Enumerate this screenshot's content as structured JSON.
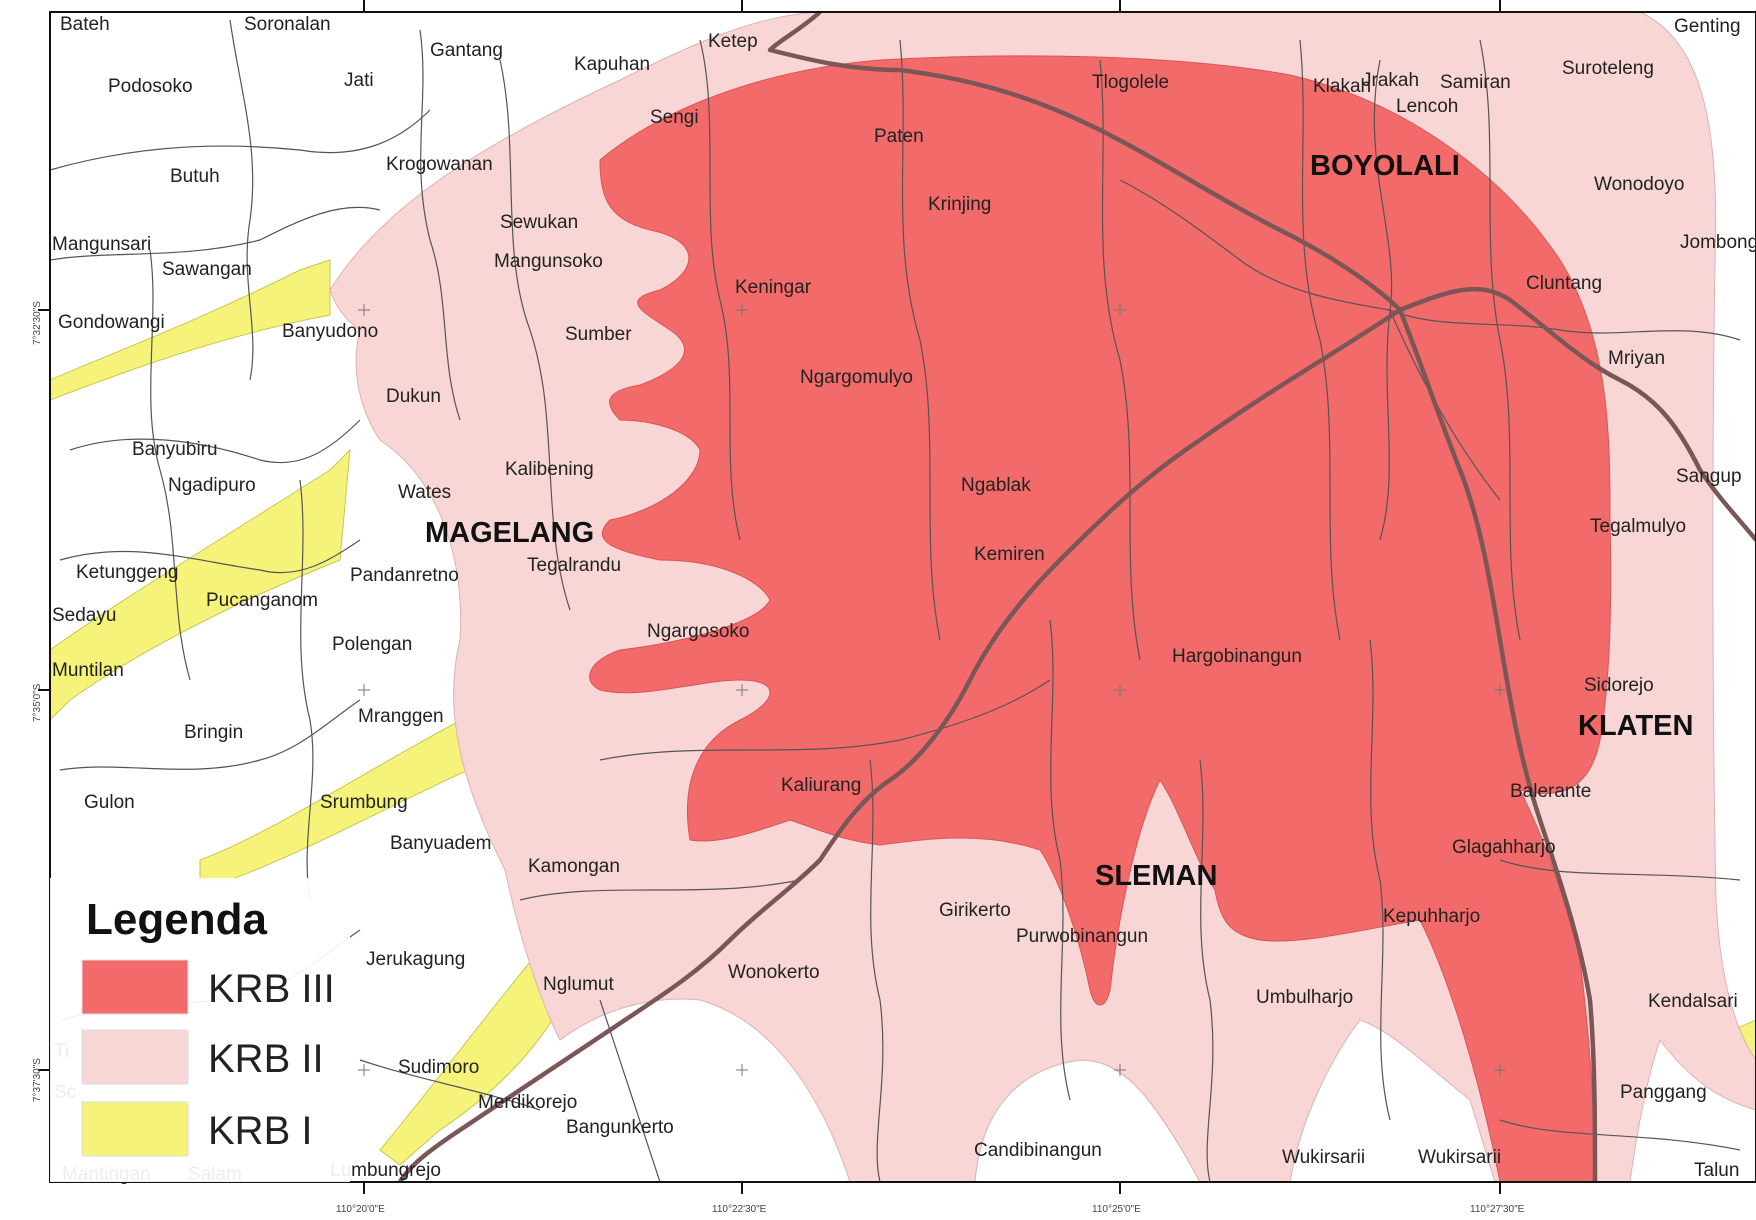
{
  "colors": {
    "krb3": "#f26a6a",
    "krb2": "#f9d6d6",
    "krb1": "#f5f37a",
    "road": "#7a5656",
    "boundary": "#555555"
  },
  "legend": {
    "title": "Legenda",
    "items": [
      {
        "label": "KRB III",
        "color": "#f26a6a"
      },
      {
        "label": "KRB II",
        "color": "#f9d6d6"
      },
      {
        "label": "KRB I",
        "color": "#f5f37a"
      }
    ]
  },
  "regions": [
    "BOYOLALI",
    "MAGELANG",
    "KLATEN",
    "SLEMAN"
  ],
  "places": [
    "Bateh",
    "Soronalan",
    "Gantang",
    "Kapuhan",
    "Ketep",
    "Tlogolele",
    "Klakah",
    "Jrakah",
    "Samiran",
    "Lencoh",
    "Suroteleng",
    "Genting",
    "Podosoko",
    "Jati",
    "Sengi",
    "Paten",
    "Butuh",
    "Krogowanan",
    "Krinjing",
    "Wonodoyo",
    "Mangunsari",
    "Sewukan",
    "Jombong",
    "Sawangan",
    "Mangunsoko",
    "Keningar",
    "Cluntang",
    "Gondowangi",
    "Banyudono",
    "Sumber",
    "Mriyan",
    "Ngargomulyo",
    "Dukun",
    "Banyubiru",
    "Kalibening",
    "Sangup",
    "Ngadipuro",
    "Wates",
    "Ngablak",
    "Tegalmulyo",
    "Kemiren",
    "Ketunggeng",
    "Pandanretno",
    "Tegalrandu",
    "Sedayu",
    "Pucanganom",
    "Ngargosoko",
    "Polengan",
    "Hargobinangun",
    "Muntilan",
    "Sidorejo",
    "Mranggen",
    "Bringin",
    "Kaliurang",
    "Balerante",
    "Gulon",
    "Srumbung",
    "Banyuadem",
    "Glagahharjo",
    "Kamongan",
    "Girikerto",
    "Kepuhharjo",
    "Purwobinangun",
    "Jerukagung",
    "Wonokerto",
    "Nglumut",
    "Umbulharjo",
    "Kendalsari",
    "Ti",
    "Sudimoro",
    "Sc",
    "Merdikorejo",
    "Panggang",
    "Bangunkerto",
    "Candibinangun",
    "Wukirsarii",
    "Wukirsarii",
    "Lumbungrejo",
    "Mantingan",
    "Salam",
    "Talun"
  ],
  "coords": {
    "longitudes": [
      "110°20'0\"E",
      "110°22'30\"E",
      "110°25'0\"E",
      "110°27'30\"E"
    ],
    "latitudes": [
      "7°32'30\"S",
      "7°35'0\"S",
      "7°37'30\"S"
    ]
  }
}
